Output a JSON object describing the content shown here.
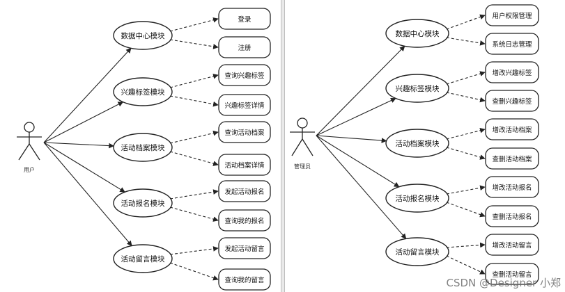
{
  "diagrams": [
    {
      "actor": "用户",
      "modules": [
        {
          "name": "数据中心模块",
          "cases": [
            "登录",
            "注册"
          ]
        },
        {
          "name": "兴趣标签模块",
          "cases": [
            "查询兴趣标签",
            "兴趣标签详情"
          ]
        },
        {
          "name": "活动档案模块",
          "cases": [
            "查询活动档案",
            "活动档案详情"
          ]
        },
        {
          "name": "活动报名模块",
          "cases": [
            "发起活动报名",
            "查询我的报名"
          ]
        },
        {
          "name": "活动留言模块",
          "cases": [
            "发起活动留言",
            "查询我的留言"
          ]
        }
      ]
    },
    {
      "actor": "管理员",
      "modules": [
        {
          "name": "数据中心模块",
          "cases": [
            "用户权限管理",
            "系统日志管理"
          ]
        },
        {
          "name": "兴趣标签模块",
          "cases": [
            "增改兴趣标签",
            "查删兴趣标签"
          ]
        },
        {
          "name": "活动档案模块",
          "cases": [
            "增改活动档案",
            "查删活动档案"
          ]
        },
        {
          "name": "活动报名模块",
          "cases": [
            "增改活动报名",
            "查删活动报名"
          ]
        },
        {
          "name": "活动留言模块",
          "cases": [
            "增改活动留言",
            "查删活动留言"
          ]
        }
      ]
    }
  ],
  "watermark": "CSDN @Designer 小郑"
}
